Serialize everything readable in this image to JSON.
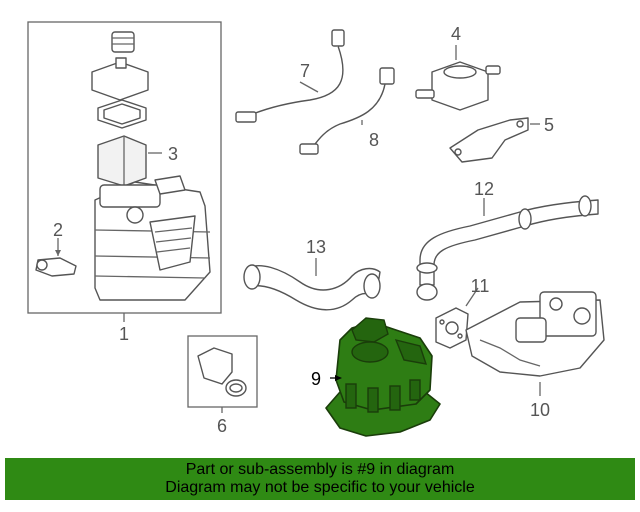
{
  "callouts": {
    "c1": "1",
    "c2": "2",
    "c3": "3",
    "c4": "4",
    "c5": "5",
    "c6": "6",
    "c7": "7",
    "c8": "8",
    "c9": "9",
    "c10": "10",
    "c11": "11",
    "c12": "12",
    "c13": "13"
  },
  "highlight": {
    "part_number": "9",
    "color": "#2e7d14"
  },
  "banner": {
    "line1": "Part or sub-assembly is #9 in diagram",
    "line2": "Diagram may not be specific to your vehicle",
    "color": "#2f8a14"
  }
}
